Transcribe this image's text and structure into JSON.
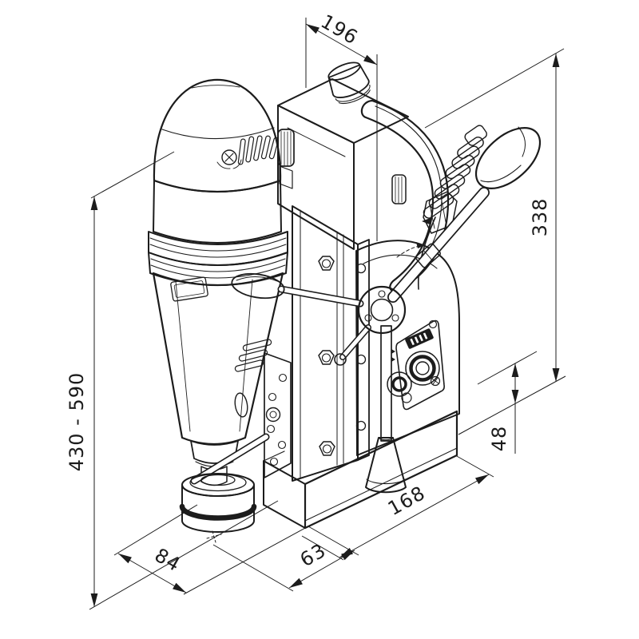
{
  "figure": {
    "type": "isometric-technical-drawing",
    "subject": "magnetic base core drill machine dimensional diagram"
  },
  "dimensions": {
    "depth": "196",
    "height_right": "338",
    "working_height": "430 - 590",
    "magnet_height": "48",
    "magnet_length": "168",
    "side_offset": "63",
    "cutter_offset": "84"
  },
  "colors": {
    "line": "#1c1c1c",
    "background": "#ffffff"
  }
}
